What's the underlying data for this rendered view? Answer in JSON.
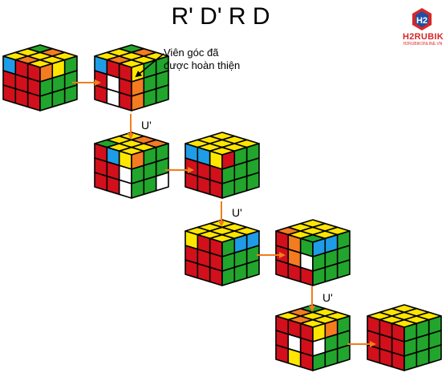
{
  "title": "R' D' R D",
  "annotation": {
    "line1": "Viên góc đã",
    "line2": "được hoàn thiện"
  },
  "move_labels": [
    "U'",
    "U'",
    "U'"
  ],
  "logo": {
    "name": "H2RUBIK",
    "url": "H2RUBIKONLINE.VN"
  },
  "colors": {
    "yellow": "#ffe600",
    "red": "#d1101b",
    "green": "#22a52c",
    "blue": "#1e9ce6",
    "orange": "#f47b20",
    "white": "#ffffff",
    "arrow": "#f07e1a",
    "brand": "#d62828"
  },
  "cubes": [
    {
      "top": [
        "y",
        "y",
        "g",
        "o",
        "y",
        "o",
        "y",
        "y",
        "y"
      ],
      "left": [
        "b",
        "r",
        "r",
        "r",
        "r",
        "r",
        "r",
        "r",
        "r"
      ],
      "right": [
        "o",
        "y",
        "g",
        "g",
        "g",
        "g",
        "g",
        "g",
        "g"
      ]
    },
    {
      "top": [
        "y",
        "y",
        "g",
        "o",
        "y",
        "o",
        "y",
        "y",
        "y"
      ],
      "left": [
        "b",
        "r",
        "r",
        "r",
        "w",
        "r",
        "r",
        "w",
        "r"
      ],
      "right": [
        "y",
        "g",
        "g",
        "o",
        "g",
        "g",
        "o",
        "g",
        "g"
      ]
    },
    {
      "top": [
        "g",
        "y",
        "y",
        "y",
        "y",
        "o",
        "y",
        "y",
        "o"
      ],
      "left": [
        "r",
        "b",
        "y",
        "r",
        "r",
        "w",
        "r",
        "r",
        "w"
      ],
      "right": [
        "o",
        "g",
        "g",
        "g",
        "g",
        "g",
        "g",
        "g",
        "w"
      ]
    },
    {
      "top": [
        "y",
        "y",
        "y",
        "y",
        "y",
        "y",
        "y",
        "y",
        "y"
      ],
      "left": [
        "b",
        "b",
        "y",
        "r",
        "r",
        "r",
        "r",
        "r",
        "r"
      ],
      "right": [
        "r",
        "g",
        "g",
        "g",
        "g",
        "g",
        "g",
        "g",
        "g"
      ]
    },
    {
      "top": [
        "y",
        "y",
        "y",
        "y",
        "y",
        "y",
        "y",
        "y",
        "y"
      ],
      "left": [
        "y",
        "r",
        "r",
        "r",
        "r",
        "r",
        "r",
        "r",
        "r"
      ],
      "right": [
        "g",
        "b",
        "b",
        "g",
        "g",
        "g",
        "g",
        "g",
        "g"
      ]
    },
    {
      "top": [
        "o",
        "y",
        "y",
        "y",
        "y",
        "y",
        "g",
        "y",
        "y"
      ],
      "left": [
        "r",
        "o",
        "g",
        "r",
        "o",
        "w",
        "r",
        "r",
        "r"
      ],
      "right": [
        "b",
        "b",
        "g",
        "g",
        "g",
        "g",
        "g",
        "g",
        "g"
      ]
    },
    {
      "top": [
        "y",
        "o",
        "g",
        "o",
        "y",
        "y",
        "y",
        "y",
        "y"
      ],
      "left": [
        "r",
        "r",
        "r",
        "r",
        "w",
        "r",
        "r",
        "y",
        "r"
      ],
      "right": [
        "y",
        "o",
        "g",
        "w",
        "g",
        "g",
        "g",
        "g",
        "g"
      ]
    },
    {
      "top": [
        "y",
        "y",
        "y",
        "y",
        "y",
        "y",
        "y",
        "y",
        "y"
      ],
      "left": [
        "r",
        "r",
        "r",
        "r",
        "r",
        "r",
        "r",
        "r",
        "r"
      ],
      "right": [
        "g",
        "g",
        "g",
        "g",
        "g",
        "g",
        "g",
        "g",
        "g"
      ]
    }
  ]
}
